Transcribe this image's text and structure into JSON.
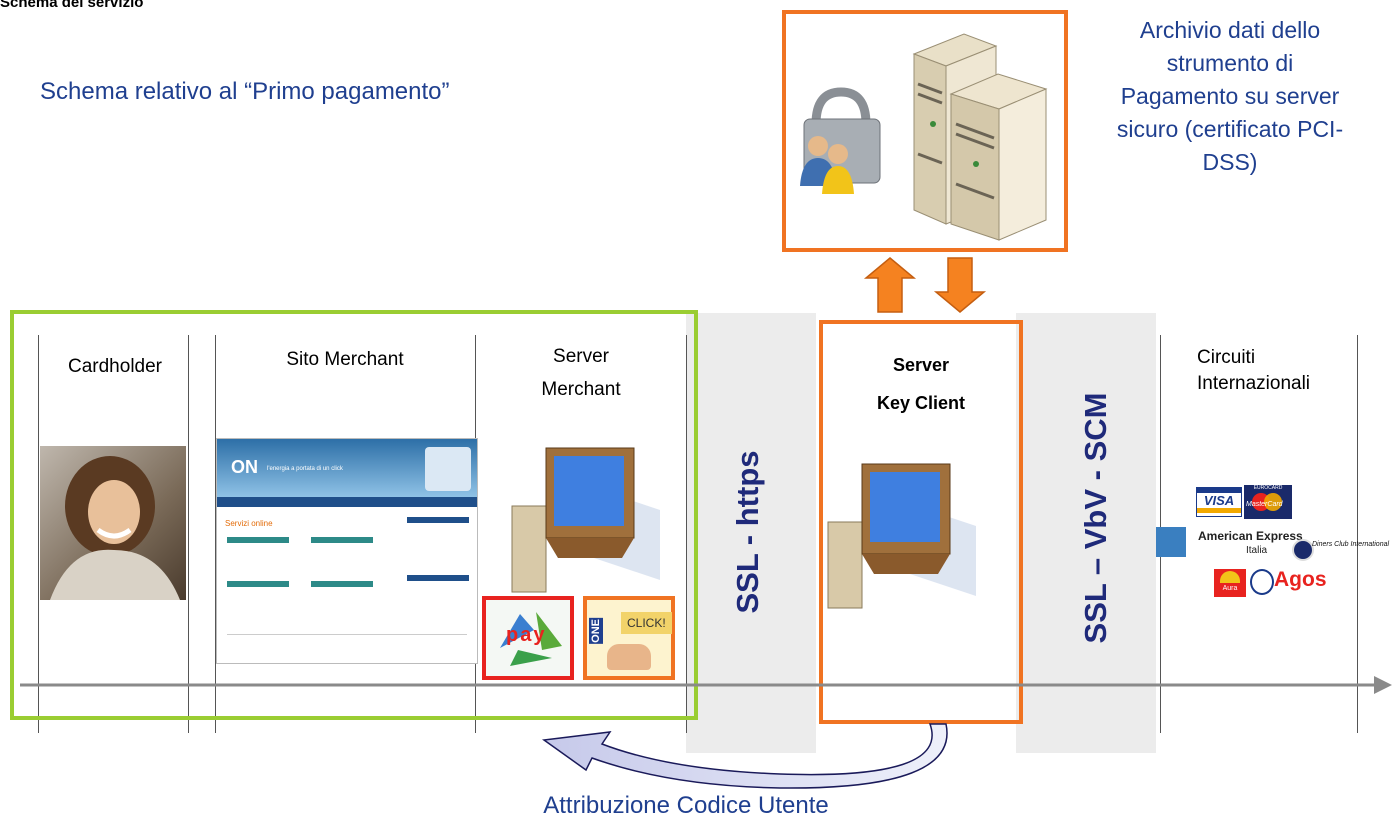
{
  "page_title": "Schema del servizio",
  "subtitle": "Schema relativo al “Primo pagamento”",
  "archive_text": {
    "lines": [
      "Archivio dati dello",
      "strumento di",
      "Pagamento su server",
      "sicuro (certificato PCI-",
      "DSS)"
    ]
  },
  "columns": {
    "cardholder": "Cardholder",
    "sito_merchant": "Sito Merchant",
    "server_merchant": [
      "Server",
      "Merchant"
    ],
    "server_key_client": [
      "Server",
      "Key Client"
    ],
    "circuiti": [
      "Circuiti",
      "Internazionali"
    ]
  },
  "bands": {
    "ssl_https": "SSL - https",
    "ssl_vbv_scm": "SSL – VbV - SCM"
  },
  "bottom_label": "Attribuzione Codice Utente",
  "mini_site": {
    "brand": "ON",
    "tagline": "l'energia a portata di un click",
    "section_title": "Servizi online"
  },
  "card_logos": {
    "visa": "VISA",
    "eurocard": "EUROCARD",
    "mastercard": "MasterCard",
    "amex": "American Express",
    "amex_sub": "Italia",
    "diners": "Diners Club International",
    "aura": "Aura",
    "agos": "Agos"
  },
  "badges": {
    "pay": "pay",
    "one": "ONE",
    "click": "CLICK!"
  },
  "colors": {
    "title_blue": "#1f3f8f",
    "green_frame": "#9acd32",
    "orange_frame": "#f07322",
    "band_grey": "#ececec"
  }
}
